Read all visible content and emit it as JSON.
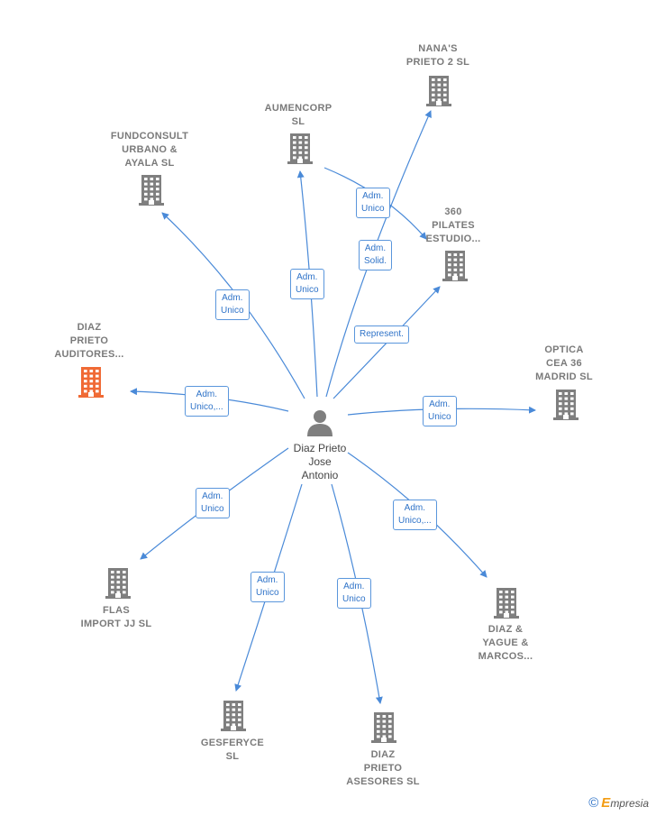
{
  "center": {
    "name": "Diaz Prieto\nJose\nAntonio",
    "icon": "person-icon"
  },
  "companies": [
    {
      "id": "nanas",
      "label": "NANA'S\nPRIETO 2 SL",
      "highlight": false
    },
    {
      "id": "aumencorp",
      "label": "AUMENCORP\nSL",
      "highlight": false
    },
    {
      "id": "fundconsult",
      "label": "FUNDCONSULT\nURBANO &\nAYALA  SL",
      "highlight": false
    },
    {
      "id": "pilates",
      "label": "360\nPILATES\nESTUDIO...",
      "highlight": false
    },
    {
      "id": "diazauditores",
      "label": "DIAZ\nPRIETO\nAUDITORES...",
      "highlight": true
    },
    {
      "id": "optica",
      "label": "OPTICA\nCEA 36\nMADRID  SL",
      "highlight": false
    },
    {
      "id": "flas",
      "label": "FLAS\nIMPORT JJ  SL",
      "highlight": false
    },
    {
      "id": "gesferyce",
      "label": "GESFERYCE\nSL",
      "highlight": false
    },
    {
      "id": "diazasesores",
      "label": "DIAZ\nPRIETO\nASESORES  SL",
      "highlight": false
    },
    {
      "id": "diazyague",
      "label": "DIAZ &\nYAGUE &\nMARCOS...",
      "highlight": false
    }
  ],
  "edges": [
    {
      "to": "nanas",
      "label": "Adm.\nSolid."
    },
    {
      "to": "aumencorp",
      "label": "Adm.\nUnico"
    },
    {
      "to": "fundconsult",
      "label": "Adm.\nUnico"
    },
    {
      "to": "pilates",
      "label": "Represent."
    },
    {
      "to": "diazauditores",
      "label": "Adm.\nUnico,..."
    },
    {
      "to": "optica",
      "label": "Adm.\nUnico"
    },
    {
      "to": "flas",
      "label": "Adm.\nUnico"
    },
    {
      "to": "gesferyce",
      "label": "Adm.\nUnico"
    },
    {
      "to": "diazasesores",
      "label": "Adm.\nUnico"
    },
    {
      "to": "diazyague",
      "label": "Adm.\nUnico,..."
    },
    {
      "from": "aumencorp",
      "to": "pilates",
      "label": "Adm.\nUnico"
    }
  ],
  "colors": {
    "edge": "#4a8ad8",
    "edge_label_text": "#2f73c8",
    "building": "#7f7f7f",
    "building_highlight": "#f06a35",
    "person": "#7f7f7f",
    "label": "#7a7a7a"
  },
  "brand": {
    "symbol": "©",
    "initial": "E",
    "rest": "mpresia"
  }
}
